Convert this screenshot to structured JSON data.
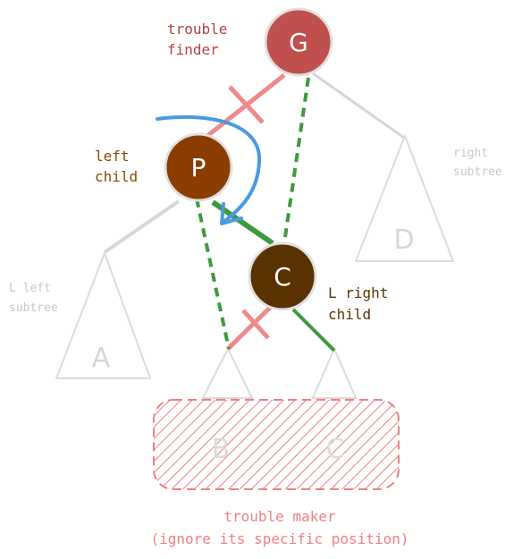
{
  "nodes": {
    "g": {
      "letter": "G",
      "fill": "#c0504d"
    },
    "p": {
      "letter": "P",
      "fill": "#8b3d00"
    },
    "c": {
      "letter": "C",
      "fill": "#5a3100"
    }
  },
  "subtrees": {
    "a": {
      "letter": "A"
    },
    "d": {
      "letter": "D"
    },
    "b": {
      "letter": "B"
    },
    "c2": {
      "letter": "C"
    }
  },
  "labels": {
    "trouble_finder": [
      "trouble",
      "finder"
    ],
    "left_child": [
      "left",
      "child"
    ],
    "right_subtree": [
      "right",
      "subtree"
    ],
    "l_left_subtree": [
      "L left",
      "subtree"
    ],
    "l_right_child": [
      "L right",
      "child"
    ],
    "trouble_maker": [
      "trouble maker",
      "(ignore its specific position)"
    ]
  },
  "colors": {
    "red": "#f08080",
    "green": "#3d9a3d",
    "blue": "#4a9ae0",
    "gray": "#d0d0d0",
    "label_red": "#b84040",
    "label_brown": "#8b4a00",
    "label_dark": "#5a3100",
    "label_gray": "#c8c8c8"
  }
}
